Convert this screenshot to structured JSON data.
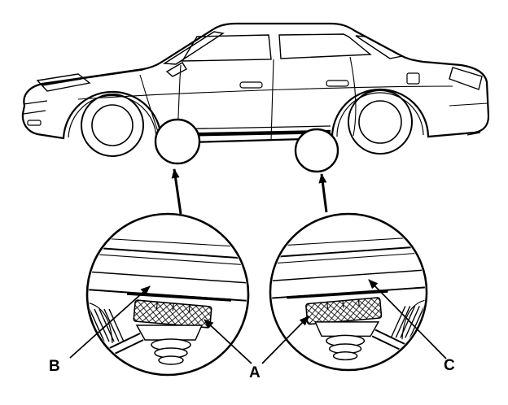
{
  "figure": {
    "background": "#ffffff",
    "line_color": "#000000",
    "labels": {
      "b": "B",
      "a": "A",
      "c": "C"
    }
  }
}
